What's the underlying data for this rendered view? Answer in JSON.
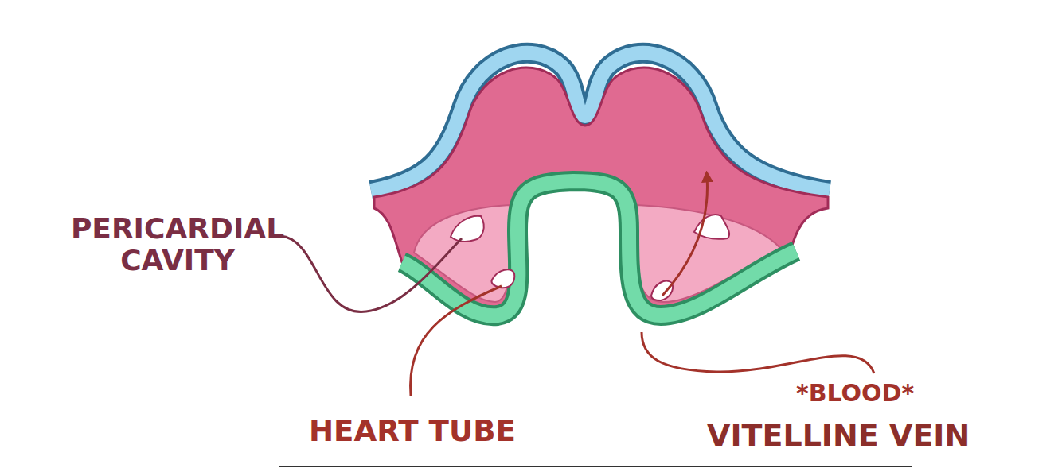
{
  "diagram": {
    "labels": [
      "PERICARDIAL CAVITY",
      "HEART TUBE",
      "*BLOOD*",
      "VITELLINE VEIN"
    ]
  }
}
